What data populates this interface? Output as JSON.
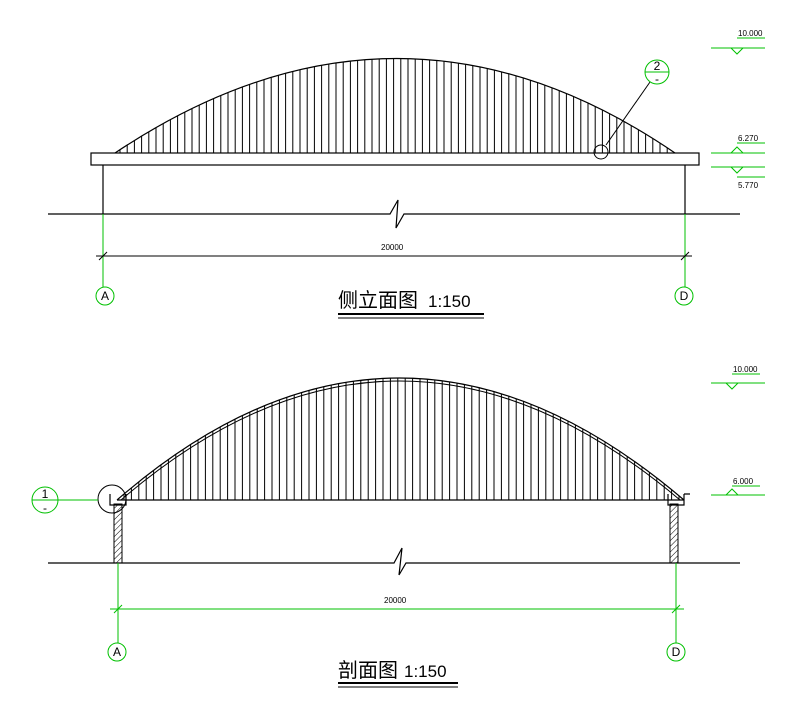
{
  "colors": {
    "line": "#000000",
    "annotation": "#00c000"
  },
  "side_elevation": {
    "title": "侧立面图",
    "scale": "1:150",
    "dimension": "20000",
    "axis_left": "A",
    "axis_right": "D",
    "callout": {
      "number": "2",
      "sub": "-"
    },
    "levels": [
      "10.000",
      "6.270",
      "5.770"
    ]
  },
  "section": {
    "title": "剖面图",
    "scale": "1:150",
    "dimension": "20000",
    "axis_left": "A",
    "axis_right": "D",
    "callout": {
      "number": "1",
      "sub": "-"
    },
    "levels": [
      "10.000",
      "6.000"
    ]
  }
}
